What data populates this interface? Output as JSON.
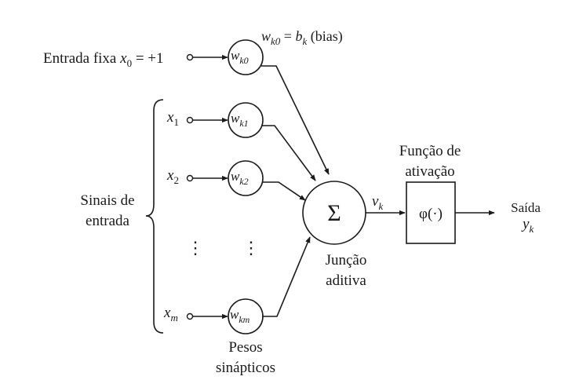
{
  "bias": {
    "input_text": "Entrada fixa",
    "input_var": "x",
    "input_sub": "0",
    "input_value": "= +1",
    "weight_base": "w",
    "weight_sub": "k0",
    "label_w": "w",
    "label_w_sub": "k0",
    "label_eq": "= ",
    "label_b": "b",
    "label_b_sub": "k",
    "label_bias": "(bias)"
  },
  "inputs": [
    {
      "var": "x",
      "sub": "1",
      "weight_base": "w",
      "weight_sub": "k1"
    },
    {
      "var": "x",
      "sub": "2",
      "weight_base": "w",
      "weight_sub": "k2"
    },
    {
      "var": "x",
      "sub": "m",
      "weight_base": "w",
      "weight_sub": "km"
    }
  ],
  "ellipsis": "⋮",
  "input_group_label": [
    "Sinais de",
    "entrada"
  ],
  "weights_label": [
    "Pesos",
    "sinápticos"
  ],
  "summing": {
    "symbol": "Σ",
    "label": [
      "Junção",
      "aditiva"
    ]
  },
  "induced_field": {
    "var": "v",
    "sub": "k"
  },
  "activation": {
    "symbol": "φ(·)",
    "label": [
      "Função de",
      "ativação"
    ]
  },
  "output": {
    "label": "Saída",
    "var": "y",
    "sub": "k"
  }
}
